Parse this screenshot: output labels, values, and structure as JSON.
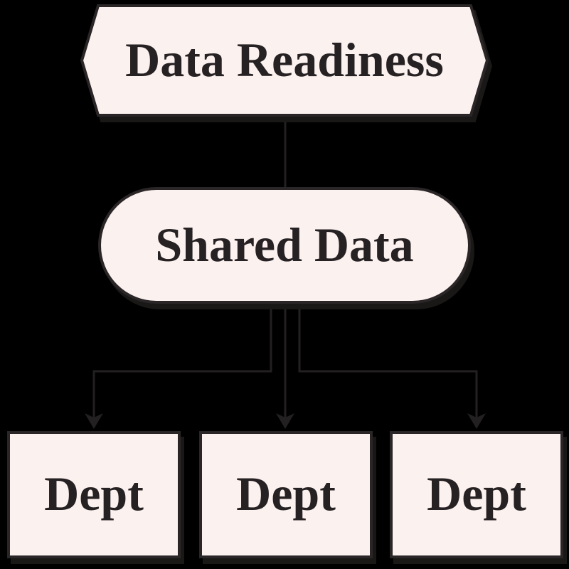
{
  "canvas": {
    "background": "#000000"
  },
  "colors": {
    "node_fill": "#fbf1ef",
    "node_border": "#2a2526",
    "connector": "#232021",
    "text": "#262123",
    "shadow": "#1a1817"
  },
  "nodes": {
    "root": {
      "label": "Data Readiness",
      "shape": "hexagon"
    },
    "middle": {
      "label": "Shared Data",
      "shape": "stadium"
    },
    "children": [
      {
        "label": "Dept",
        "shape": "rectangle"
      },
      {
        "label": "Dept",
        "shape": "rectangle"
      },
      {
        "label": "Dept",
        "shape": "rectangle"
      }
    ]
  }
}
